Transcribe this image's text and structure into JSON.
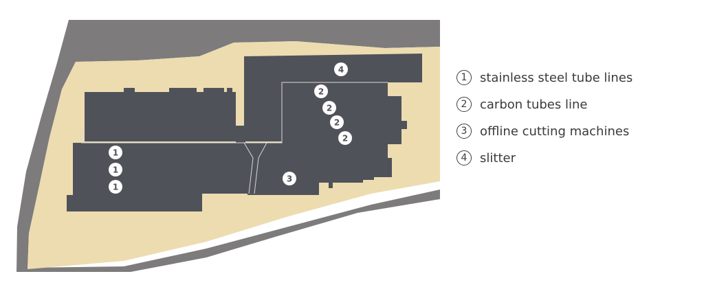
{
  "map": {
    "colors": {
      "site_border": "#7d7b7b",
      "ground": "#ecdcb0",
      "building": "#50525a",
      "outline": "#d9d9d9",
      "marker_fill": "#ffffff",
      "marker_text": "#50525a",
      "legend_text": "#3a3a3a"
    },
    "markers": [
      {
        "label": "1",
        "line": "stainless steel tube lines"
      },
      {
        "label": "1",
        "line": "stainless steel tube lines"
      },
      {
        "label": "1",
        "line": "stainless steel tube lines"
      },
      {
        "label": "2",
        "line": "carbon tubes line"
      },
      {
        "label": "2",
        "line": "carbon tubes line"
      },
      {
        "label": "2",
        "line": "carbon tubes line"
      },
      {
        "label": "2",
        "line": "carbon tubes line"
      },
      {
        "label": "3",
        "line": "offline cutting machines"
      },
      {
        "label": "4",
        "line": "slitter"
      }
    ]
  },
  "legend": {
    "items": [
      {
        "num": "1",
        "label": "stainless steel tube lines"
      },
      {
        "num": "2",
        "label": "carbon tubes line"
      },
      {
        "num": "3",
        "label": "offline cutting machines"
      },
      {
        "num": "4",
        "label": "slitter"
      }
    ]
  }
}
